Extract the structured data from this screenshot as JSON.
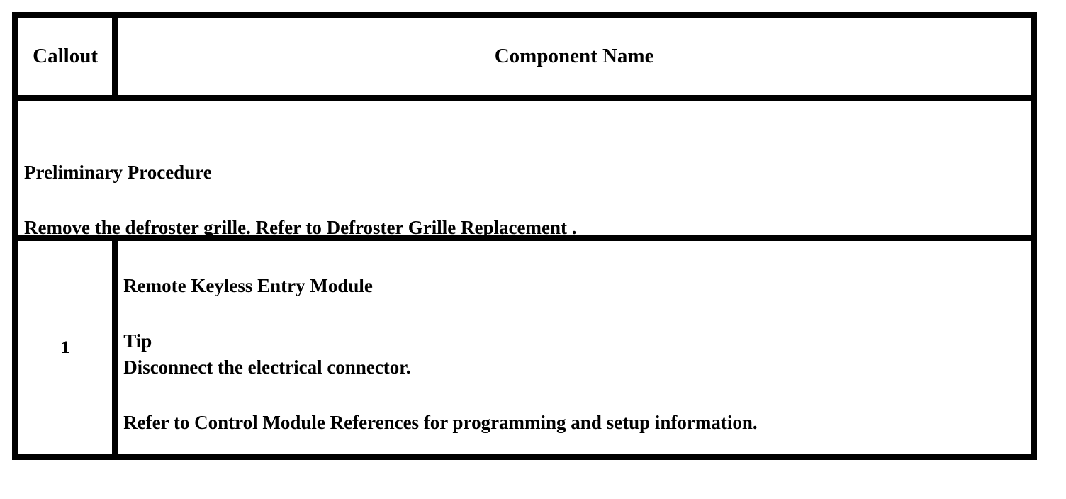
{
  "document": {
    "type": "service-procedure-table",
    "background_color": "#ffffff",
    "text_color": "#000000",
    "border_color": "#000000"
  },
  "table": {
    "header": {
      "callout_label": "Callout",
      "component_name_label": "Component Name"
    },
    "preliminary": {
      "heading": "Preliminary Procedure",
      "body": "Remove the defroster grille. Refer to Defroster Grille Replacement ."
    },
    "steps": [
      {
        "callout": "1",
        "component": "Remote Keyless Entry Module",
        "tip_label": "Tip",
        "tip_body": "Disconnect the electrical connector.",
        "note": "Refer to Control Module References for programming and setup information."
      }
    ]
  }
}
